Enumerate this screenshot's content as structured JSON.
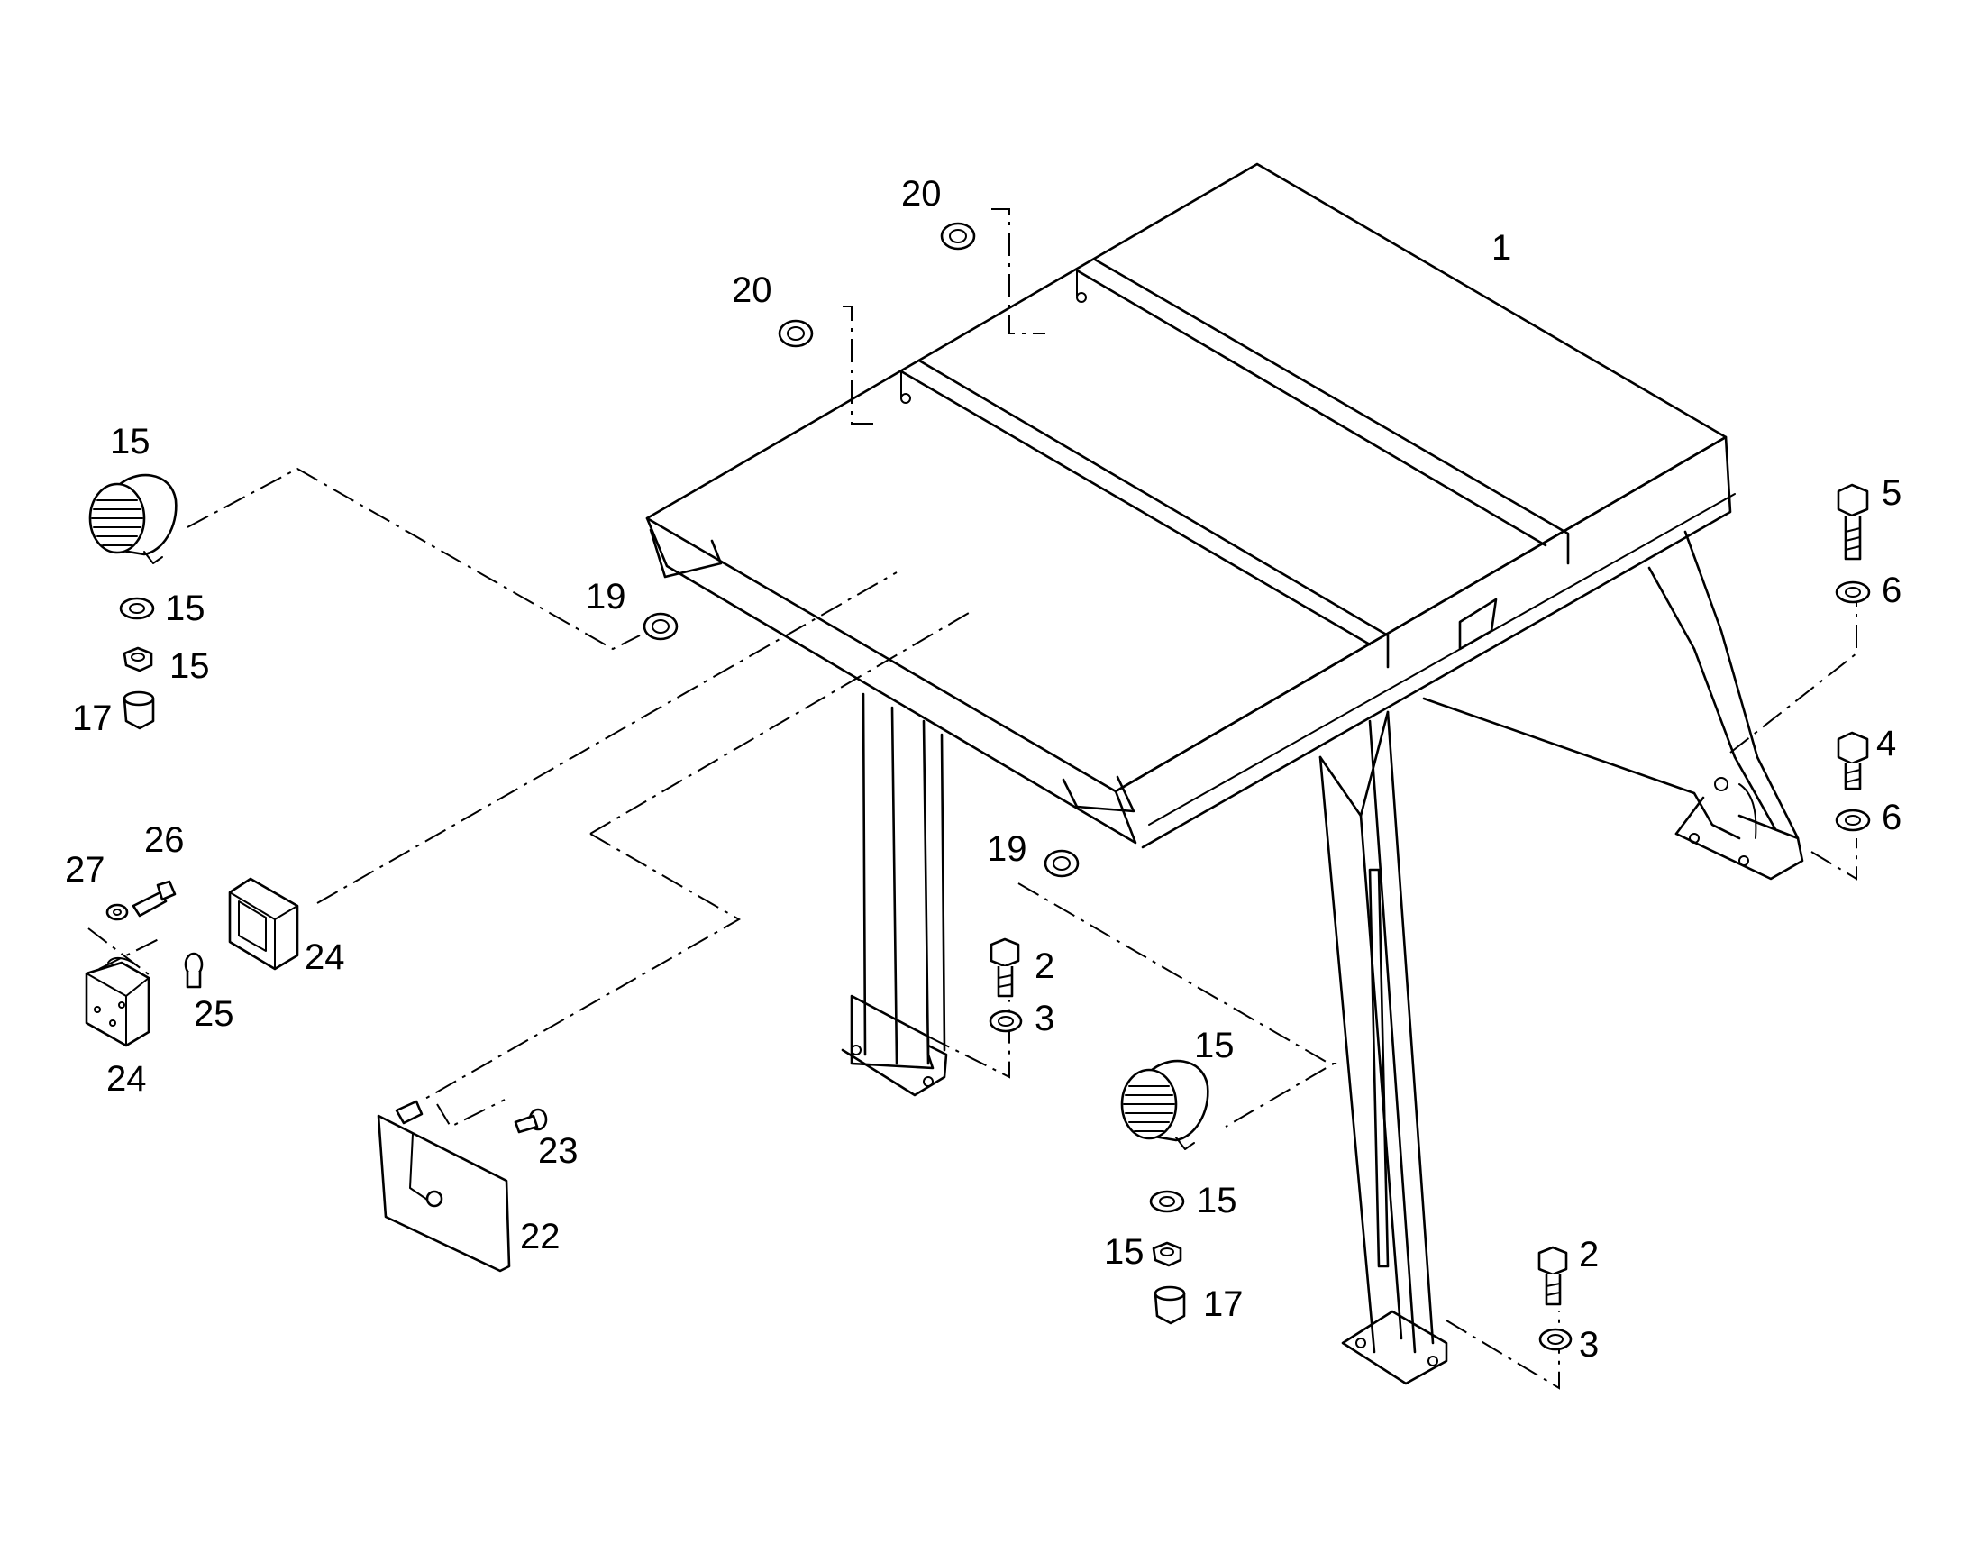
{
  "figure": {
    "labels": {
      "frame_1": "1",
      "bolt_2_front": "2",
      "washer_3_front": "3",
      "bolt_2_rear": "2",
      "washer_3_rear": "3",
      "bolt_4": "4",
      "bolt_5": "5",
      "washer_6_top": "6",
      "washer_6_bottom": "6",
      "lamp_15_left": "15",
      "cup_15_left": "15",
      "nut_15_left": "15",
      "cap_17_left": "17",
      "lamp_15_right": "15",
      "cup_15_right": "15",
      "nut_15_right": "15",
      "cap_17_right": "17",
      "grommet_19_left": "19",
      "grommet_19_right": "19",
      "grommet_20_front": "20",
      "grommet_20_rear": "20",
      "plate_22": "22",
      "screw_23": "23",
      "lamp_housing_24": "24",
      "lamp_body_24": "24",
      "bulb_25": "25",
      "screw_26": "26",
      "washer_27": "27"
    }
  }
}
